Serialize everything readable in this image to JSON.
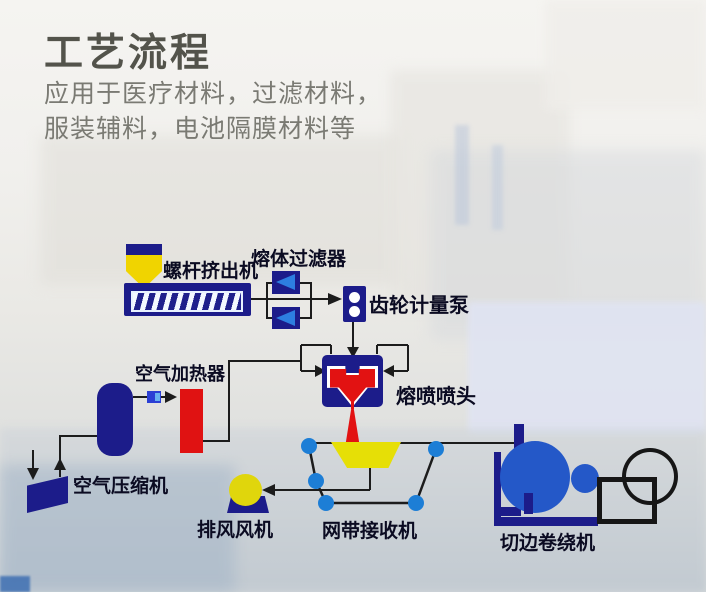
{
  "header": {
    "title": "工艺流程",
    "subtitle1": "应用于医疗材料，过滤材料，",
    "subtitle2": "服装辅料，电池隔膜材料等"
  },
  "diagram": {
    "labels": {
      "extruder": "螺杆挤出机",
      "melt_filter": "熔体过滤器",
      "gear_pump": "齿轮计量泵",
      "air_heater": "空气加热器",
      "spinneret": "熔喷喷头",
      "air_compressor": "空气压缩机",
      "exhaust_fan": "排风风机",
      "belt_collector": "网带接收机",
      "winder": "切边卷绕机"
    }
  },
  "colors": {
    "navy_equipment": "#1c1c8a",
    "red_heat": "#e01212",
    "yellow_material": "#e6df06",
    "hopper_yellow": "#f0d400",
    "roller_blue": "#1d7ed6",
    "winder_blue": "#2458c8",
    "filter_arrow_blue": "#2d7ee0",
    "connector_line": "#1c1c1c",
    "label_text": "#0b0b22",
    "title_text": "#53534b",
    "subtitle_text": "#7a7a73"
  }
}
